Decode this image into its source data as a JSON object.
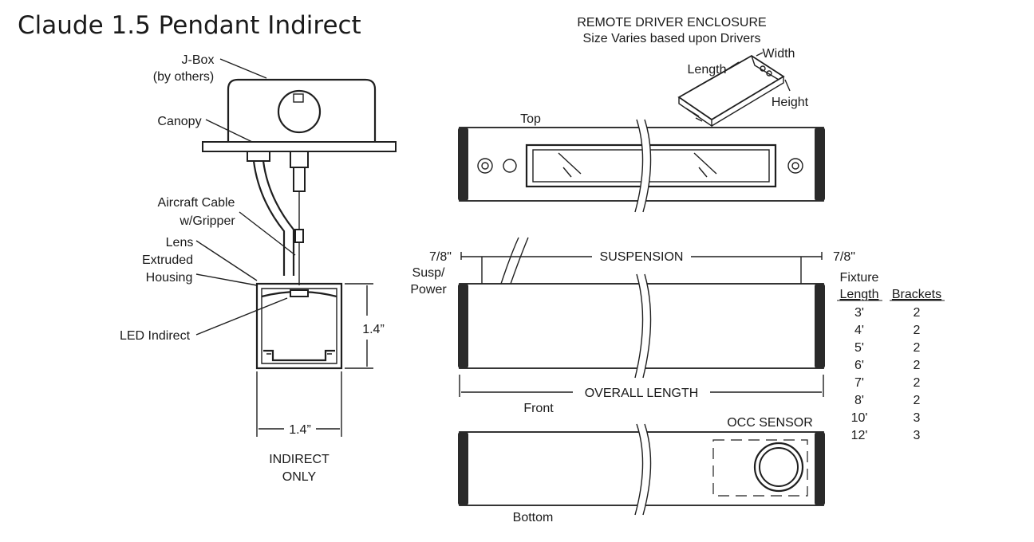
{
  "title": "Claude 1.5 Pendant Indirect",
  "driver": {
    "heading": "REMOTE DRIVER ENCLOSURE",
    "subheading": "Size Varies based upon Drivers",
    "length": "Length",
    "width": "Width",
    "height": "Height"
  },
  "section": {
    "jbox_1": "J-Box",
    "jbox_2": "(by others)",
    "canopy": "Canopy",
    "cable_1": "Aircraft Cable",
    "cable_2": "w/Gripper",
    "lens": "Lens",
    "housing_1": "Extruded",
    "housing_2": "Housing",
    "led": "LED Indirect",
    "height_dim": "1.4”",
    "width_dim": "1.4”",
    "caption_1": "INDIRECT",
    "caption_2": "ONLY"
  },
  "views": {
    "top": "Top",
    "front": "Front",
    "bottom": "Bottom",
    "occ": "OCC SENSOR"
  },
  "front_dims": {
    "left_offset": "7/8\"",
    "right_offset": "7/8\"",
    "suspension": "SUSPENSION",
    "susp_1": "Susp/",
    "susp_2": "Power",
    "overall": "OVERALL LENGTH"
  },
  "table": {
    "header_fixture": "Fixture",
    "header_length": "Length",
    "header_brackets": "Brackets",
    "rows": [
      {
        "length": "3'",
        "brackets": "2"
      },
      {
        "length": "4'",
        "brackets": "2"
      },
      {
        "length": "5'",
        "brackets": "2"
      },
      {
        "length": "6'",
        "brackets": "2"
      },
      {
        "length": "7'",
        "brackets": "2"
      },
      {
        "length": "8'",
        "brackets": "2"
      },
      {
        "length": "10'",
        "brackets": "3"
      },
      {
        "length": "12'",
        "brackets": "3"
      }
    ]
  }
}
